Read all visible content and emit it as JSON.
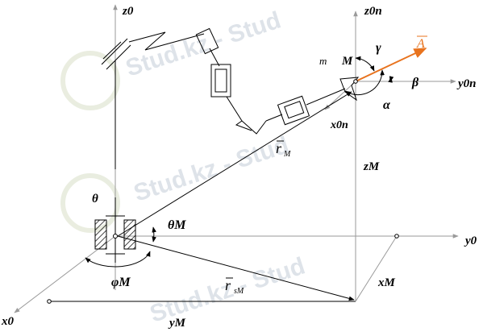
{
  "watermark": {
    "text": "Stud.kz - Stud",
    "color": "#d9dfe6"
  },
  "colors": {
    "vector_A": "#e8731e",
    "axis": "#9a9a9a",
    "ink": "#000000"
  },
  "labels": {
    "z0": "z0",
    "z0n": "z0n",
    "y0n": "y0n",
    "x0n": "x0n",
    "zM": "zM",
    "y0": "y0",
    "x0": "x0",
    "xM": "xM",
    "yM": "yM",
    "theta_base": "θ",
    "theta_M": "θM",
    "phi_M": "φM",
    "r_M": "r",
    "r_M_sub": "M",
    "r_sM": "r",
    "r_sM_sub": "sM",
    "point_M_mass": "m",
    "point_M_name": "M",
    "vector_A": "A",
    "gamma": "γ",
    "beta": "β",
    "alpha": "α"
  }
}
